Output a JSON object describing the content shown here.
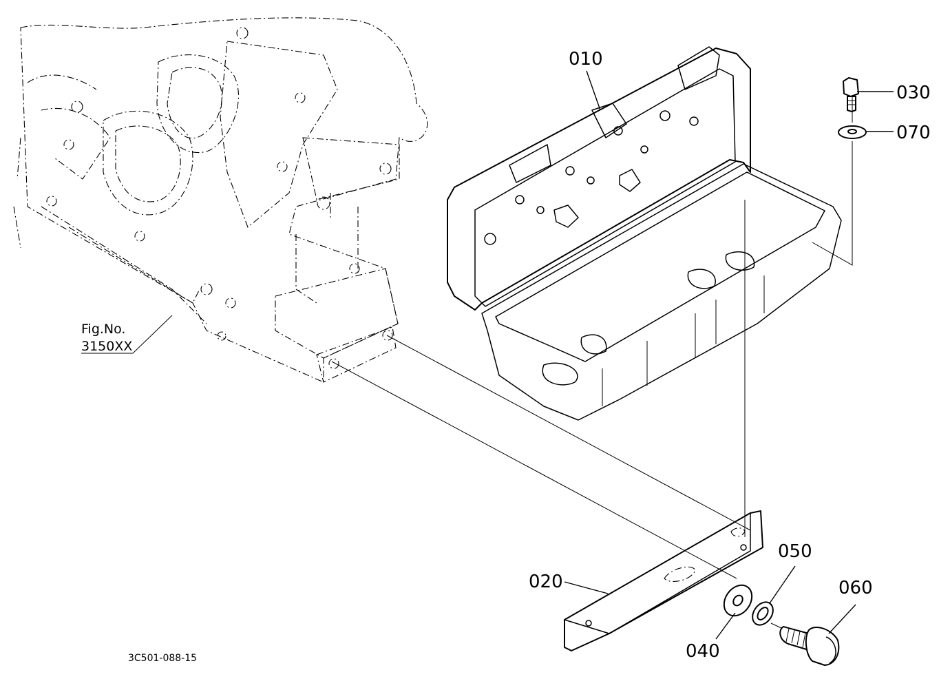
{
  "labels": {
    "p010": "010",
    "p020": "020",
    "p030": "030",
    "p040": "040",
    "p050": "050",
    "p060": "060",
    "p070": "070",
    "fig_no": "Fig.No.",
    "fig_ref": "3150XX",
    "drawing_code": "3C501-088-15"
  }
}
